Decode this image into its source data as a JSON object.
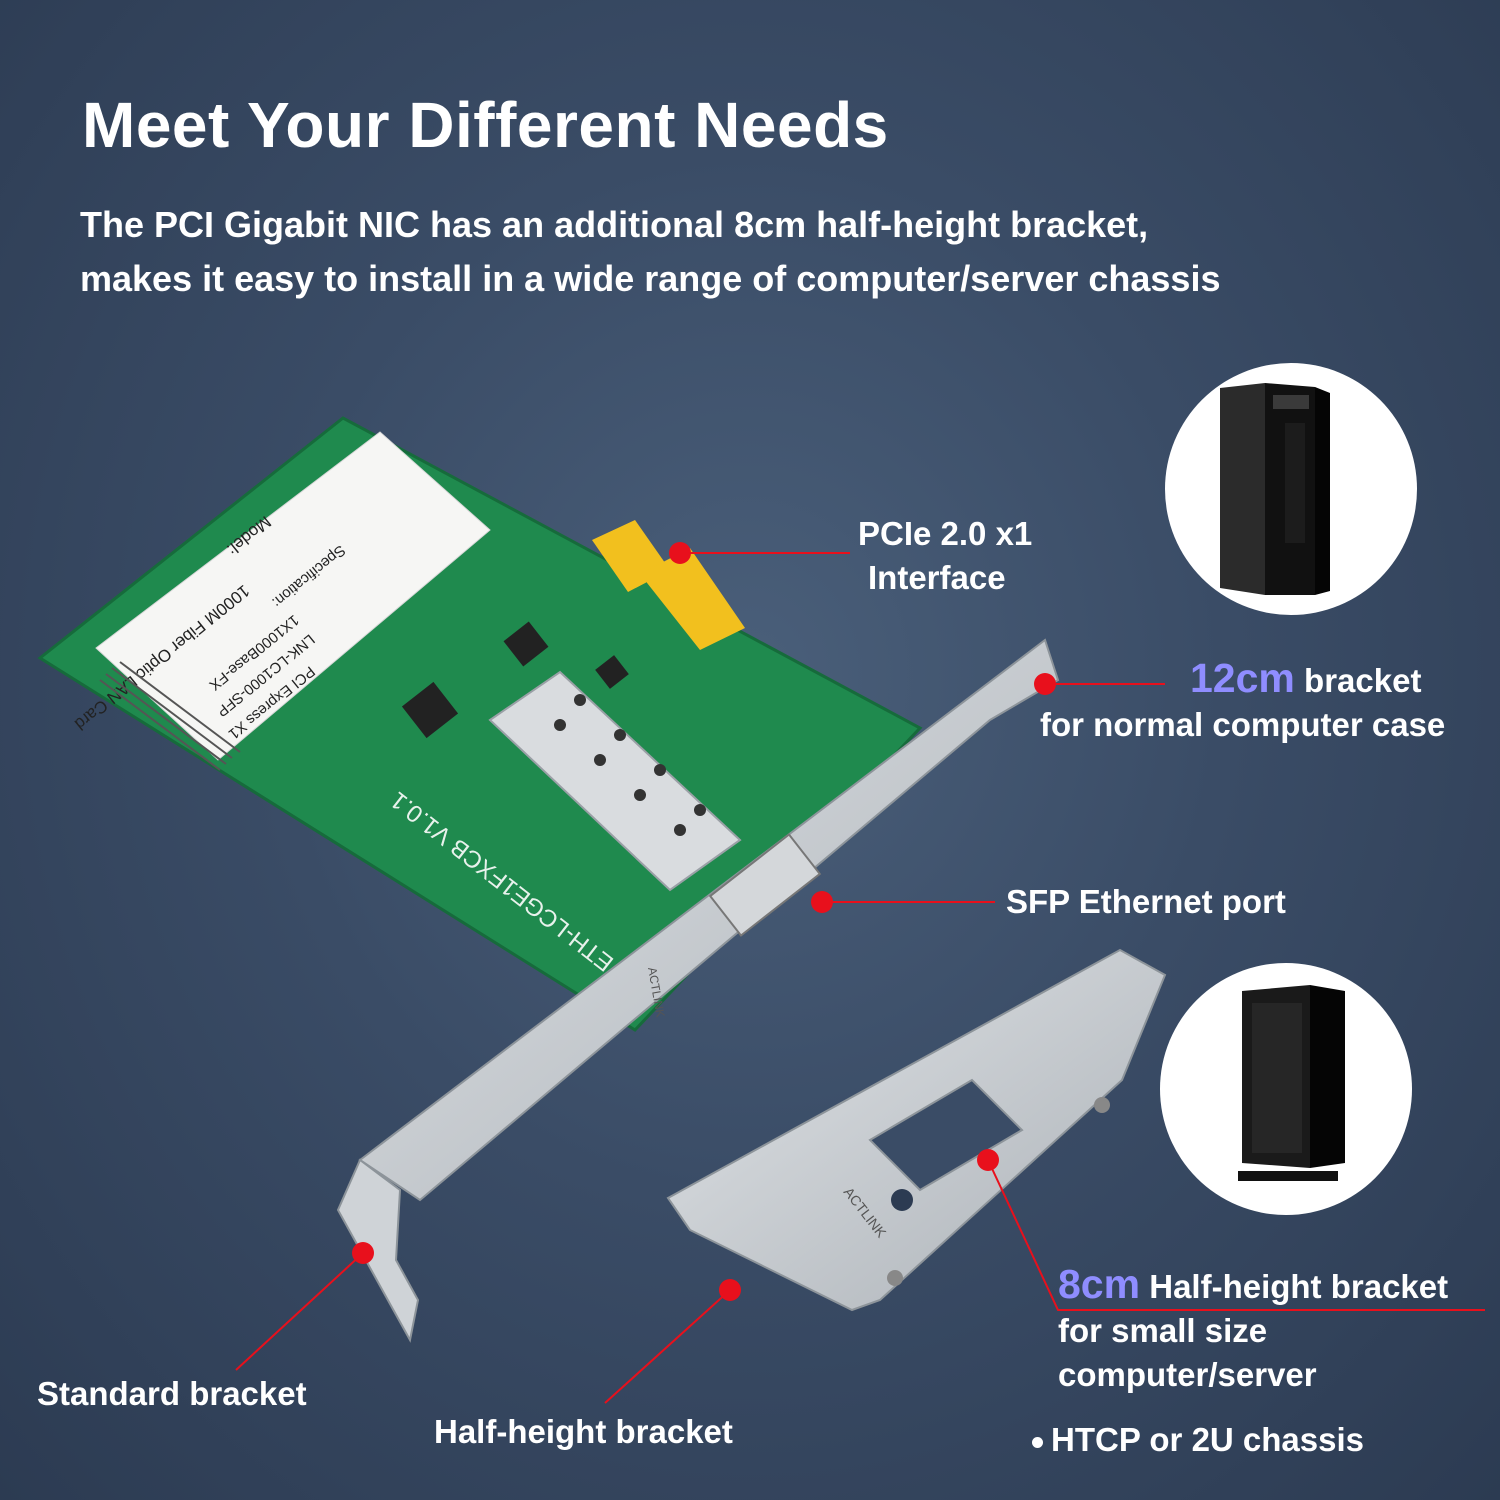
{
  "title": "Meet Your Different Needs",
  "subtitle": {
    "line1": "The PCI Gigabit NIC has an additional 8cm half-height bracket,",
    "line2": "makes it easy to install in a wide range of computer/server chassis"
  },
  "callouts": {
    "pcie": {
      "line1": "PCIe 2.0 x1",
      "line2": "Interface"
    },
    "bracket_12cm": {
      "highlight": "12cm",
      "rest": " bracket",
      "line2": "for normal computer case"
    },
    "sfp": "SFP Ethernet port",
    "bracket_8cm": {
      "highlight": "8cm",
      "rest": " Half-height bracket",
      "line2": "for small size",
      "line3": "computer/server"
    },
    "htcp": "HTCP or 2U chassis",
    "standard": "Standard bracket",
    "half_height": "Half-height bracket"
  },
  "card_labels": {
    "model": "Model:",
    "model_value": "1000M Fiber Optic LAN Card",
    "spec": "Specification:",
    "spec_value": "1X1000Base-FX",
    "part": "LNK-LC1000-SFP",
    "bus": "PCI Express X1",
    "board_id": "ETH-LCGE1FXCB V1.0.1",
    "bracket_brand": "ACTLINK"
  },
  "colors": {
    "accent": "#8f8dff",
    "pointer": "#e8101c",
    "pcb": "#1f8a4e",
    "bracket": "#c8ccd1",
    "gold": "#f2c01e"
  }
}
